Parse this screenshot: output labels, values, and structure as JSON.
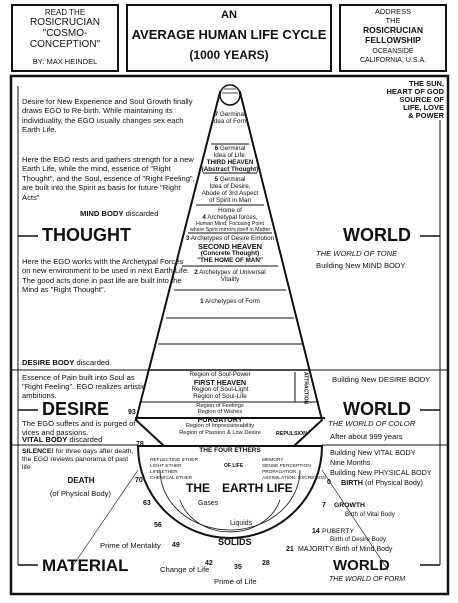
{
  "header": {
    "left": [
      "READ THE",
      "ROSICRUCIAN",
      "\"COSMO-",
      "CONCEPTION\"",
      "BY: MAX HEINDEL"
    ],
    "center": [
      "AN",
      "AVERAGE HUMAN LIFE CYCLE",
      "(1000 YEARS)"
    ],
    "right": [
      "ADDRESS",
      "THE",
      "ROSICRUCIAN",
      "FELLOWSHIP",
      "OCEANSIDE",
      "CALIFORNIA, U.S.A."
    ]
  },
  "sun": [
    "THE SUN,",
    "HEART OF GOD",
    "SOURCE OF",
    "LIFE, LOVE",
    "& POWER"
  ],
  "left_notes": {
    "rebirth": "Desire for New Experience and Soul Growth finally draws EGO to Re-birth. While maintaining its individuality, the EGO usually changes sex each Earth Life.",
    "rest": "Here the EGO rests and gathers strength for a new Earth Life, while the mind, essence of \"Right Thought\", and the Soul, essence of \"Right Feeling\", are built into the Spirit as basis for future \"Right Acts\"",
    "mind_body": "MIND BODY",
    "mind_body_suffix": "discarded",
    "thought": "THOUGHT",
    "archetypal": "Here the EGO works with the Archetypal Forces on new environment to be used in next Earth Life. The good acts done in past life are built into the Mind as \"Right Thought\".",
    "desire_body": "DESIRE BODY",
    "desire_body_suffix": "discarded",
    "essence_pain": "Essence of Pain built into Soul as \"Right Feeling\". EGO realizes artistic ambitions.",
    "desire": "DESIRE",
    "suffers": "The EGO suffers and is purged of vices and passions.",
    "vital_body": "VITAL BODY",
    "vital_body_suffix": "discarded",
    "silence": "SILENCE!",
    "silence_text": "for three days after death, the EGO reviews panorama of past life",
    "death": "DEATH",
    "death_sub": "(of Physical Body)",
    "prime_mentality": "Prime of Mentality",
    "material": "MATERIAL",
    "change_of_life": "Change of Life",
    "prime_of_life": "Prime of Life"
  },
  "right_notes": {
    "world1": "WORLD",
    "world1_sub": "THE WORLD OF TONE",
    "world1_build": "Building New MIND BODY",
    "desire_build": "Building New DESIRE BODY",
    "world2": "WORLD",
    "world2_sub": "THE WORLD OF COLOR",
    "after": "After about 999 years",
    "vital_build": "Building New VITAL BODY",
    "nine_months": "Nine Months",
    "physical_build": "Building New PHYSICAL BODY",
    "birth": "BIRTH",
    "birth_sub": "(of Physical Body)",
    "growth": "GROWTH",
    "growth_sub": "Birth of Vital Body",
    "puberty": "PUBERTY",
    "puberty_sub": "Birth of Desire Body",
    "majority": "MAJORITY",
    "majority_sub": "Birth of Mind Body",
    "world3": "WORLD",
    "world3_sub": "THE WORLD OF FORM"
  },
  "stack": {
    "r7": [
      "7",
      "Germinal",
      "Idea of Form"
    ],
    "r6": [
      "6",
      "Germinal",
      "Idea of Life."
    ],
    "third_heaven": "THIRD HEAVEN",
    "abstract": "(Abstract Thought)",
    "r5": [
      "5",
      "Germinal",
      "Idea of Desire,",
      "Abode of 3rd Aspect",
      "of Spirit in Man"
    ],
    "home": "Home of",
    "r4": [
      "4",
      "Archetypal forces,",
      "Human Mind; Focusing Point",
      "where Spirit mirrors itself in Matter"
    ],
    "r3": [
      "3",
      "Archetypes of",
      "Desire",
      "Emotion"
    ],
    "second_heaven": "SECOND HEAVEN",
    "concrete": "(Concrete Thought)",
    "home_of_man": "\"THE HOME OF MAN\"",
    "r2": [
      "2",
      "Archetypes of Universal",
      "Vitality"
    ],
    "r1": [
      "1",
      "Archetypes of Form"
    ],
    "d7": "Region of Soul-Power",
    "first_heaven": "FIRST HEAVEN",
    "d6": "Region of Soul-Light",
    "d5": "Region of Soul-Life",
    "d4": "Region of Feelings",
    "d3": "Region of Wishes",
    "purgatory": "PURGATORY",
    "d2": "Region of Impressionability",
    "d1": "Region of Passion & Low Desire",
    "attraction": "ATTRACTION",
    "repulsion": "REPULSION",
    "four_ethers": "THE FOUR ETHERS",
    "ethers_left": [
      "REFLECTING ETHER",
      "LIGHT ETHER",
      "LIFE ETHER",
      "CHEMICAL ETHER"
    ],
    "ethers_right": [
      "MEMORY",
      "SENSE PERCEPTION",
      "PROPAGATION",
      "ASSIMILATION, EXCRETION"
    ],
    "of_life": "OF LIFE",
    "the": "THE",
    "earth_life": "EARTH LIFE",
    "gases": "Gases",
    "liquids": "Liquids",
    "solids": "SOLIDS"
  },
  "ages": {
    "a93": "93",
    "a78": "78",
    "a70": "70",
    "a0": "0",
    "a7": "7",
    "a14": "14",
    "a21": "21",
    "a28": "28",
    "a35": "35",
    "a42": "42",
    "a49": "49",
    "a56": "56",
    "a63": "63"
  }
}
